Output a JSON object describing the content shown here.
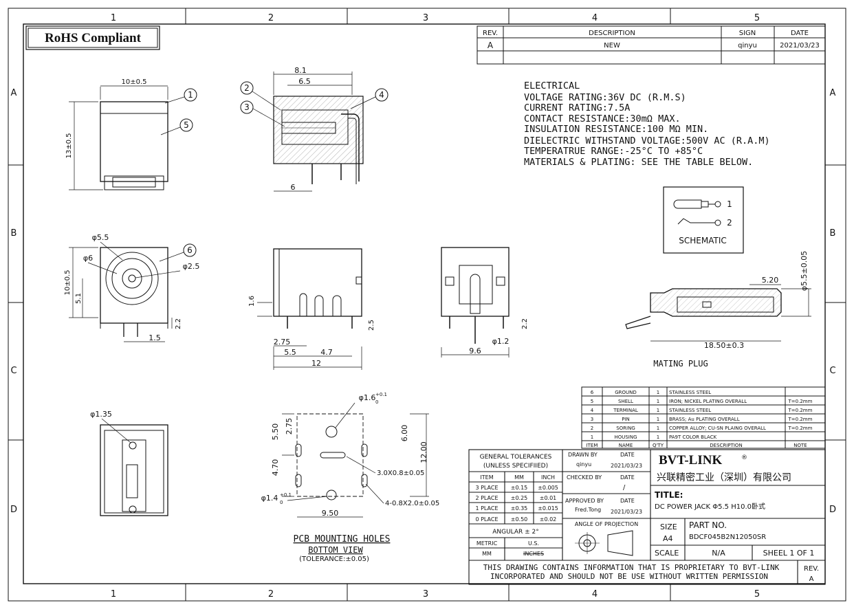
{
  "frame": {
    "cols": [
      "1",
      "2",
      "3",
      "4",
      "5"
    ],
    "rows": [
      "A",
      "B",
      "C",
      "D"
    ]
  },
  "rohs": "RoHS Compliant",
  "revision_table": {
    "headers": [
      "REV.",
      "DESCRIPTION",
      "SIGN",
      "DATE"
    ],
    "row": [
      "A",
      "NEW",
      "qinyu",
      "2021/03/23"
    ]
  },
  "electrical": {
    "title": "ELECTRICAL",
    "lines": [
      "VOLTAGE RATING:36V DC (R.M.S)",
      "CURRENT RATING:7.5A",
      "CONTACT RESISTANCE:30mΩ MAX.",
      "INSULATION RESISTANCE:100 MΩ MIN.",
      "DIELECTRIC WITHSTAND VOLTAGE:500V AC (R.A.M)",
      "TEMPERATRUE RANGE:-25°C TO +85°C",
      "MATERIALS & PLATING: SEE THE TABLE BELOW."
    ]
  },
  "schematic": {
    "label": "SCHEMATIC",
    "pin1": "1",
    "pin2": "2"
  },
  "dims": {
    "front_width": "10±0.5",
    "front_height": "13±0.5",
    "side_81": "8.1",
    "side_65": "6.5",
    "side_6": "6",
    "callouts": [
      "1",
      "2",
      "3",
      "4",
      "5",
      "6"
    ],
    "face_d55": "φ5.5",
    "face_d6": "φ6",
    "face_d25": "φ2.5",
    "face_h": "10±0.5",
    "face_51": "5.1",
    "face_22": "2.2",
    "face_15": "1.5",
    "mid_16": "1.6",
    "mid_275": "2.75",
    "mid_55": "5.5",
    "mid_47": "4.7",
    "mid_12": "12",
    "mid_25": "2.5",
    "rear_d12": "φ1.2",
    "rear_96": "9.6",
    "rear_22": "2.2",
    "plug_d55": "φ5.5±0.05",
    "plug_520": "5.20",
    "plug_1850": "18.50±0.3",
    "mating_plug": "MATING PLUG",
    "bottom_d135": "φ1.35",
    "pcb_d16": "φ1.6",
    "pcb_d16_tol_up": "+0.1",
    "pcb_d16_tol_dn": "0",
    "pcb_550": "5.50",
    "pcb_275": "2.75",
    "pcb_470": "4.70",
    "pcb_600": "6.00",
    "pcb_1200": "12.00",
    "pcb_slot": "3.0X0.8±0.05",
    "pcb_slot2": "4-0.8X2.0±0.05",
    "pcb_d14": "φ1.4",
    "pcb_d14_tol_up": "+0.1",
    "pcb_d14_tol_dn": "0",
    "pcb_950": "9.50"
  },
  "pcb_titles": {
    "l1": "PCB MOUNTING HOLES",
    "l2": "BOTTOM VIEW",
    "l3": "(TOLERANCE:±0.05)"
  },
  "bom": {
    "headers": [
      "ITEM",
      "NAME",
      "Q'TY",
      "DESCRIPTION",
      "NOTE"
    ],
    "rows": [
      [
        "6",
        "GROUND",
        "1",
        "STAINLESS STEEL",
        ""
      ],
      [
        "5",
        "SHELL",
        "1",
        "IRON; NICKEL PLATING OVERALL",
        "T=0.2mm"
      ],
      [
        "4",
        "TERMINAL",
        "1",
        "STAINLESS STEEL",
        "T=0.2mm"
      ],
      [
        "3",
        "PIN",
        "1",
        "BRASS; Au PLATING OVERALL",
        "T=0.2mm"
      ],
      [
        "2",
        "SORING",
        "1",
        "COPPER ALLOY; CU-SN PLAING OVERALL",
        "T=0.2mm"
      ],
      [
        "1",
        "HOUSING",
        "1",
        "PA9T  COLOR BLACK",
        ""
      ]
    ]
  },
  "tolerances": {
    "title1": "GENERAL TOLERANCES",
    "title2": "(UNLESS SPECIFIIED)",
    "headers": [
      "ITEM",
      "MM",
      "INCH"
    ],
    "rows": [
      [
        "3 PLACE",
        "±0.15",
        "±0.005"
      ],
      [
        "2 PLACE",
        "±0.25",
        "±0.01"
      ],
      [
        "1 PLACE",
        "±0.35",
        "±0.015"
      ],
      [
        "0 PLACE",
        "±0.50",
        "±0.02"
      ]
    ],
    "angular": "ANGULAR ± 2°",
    "metric": "METRIC",
    "us": "U.S.",
    "mm": "MM",
    "inches": "INCHES"
  },
  "signoff": {
    "drawn_by": "DRAWN BY",
    "drawn_name": "qinyu",
    "date_label": "DATE",
    "drawn_date": "2021/03/23",
    "checked_by": "CHECKED BY",
    "checked_date": "/",
    "approved_by": "APPROVED BY",
    "approved_name": "Fred.Tong",
    "approved_date": "2021/03/23",
    "angle": "ANGLE OF PROJECTION"
  },
  "company": {
    "name": "BVT-LINK",
    "reg": "®",
    "cn": "兴联精密工业（深圳）有限公司"
  },
  "title_block": {
    "title_label": "TITLE:",
    "title": "DC POWER JACK Φ5.5 H10.0卧式",
    "size_label": "SIZE",
    "size": "A4",
    "part_label": "PART NO.",
    "part_no": "BDCF045B2N12050SR",
    "scale_label": "SCALE",
    "scale": "N/A",
    "sheet": "SHEEL 1 OF 1",
    "notice1": "THIS DRAWING CONTAINS INFORMATION THAT IS PROPRIETARY TO BVT-LINK",
    "notice2": "INCORPORATED AND SHOULD NOT BE USE WITHOUT WRITTEN PERMISSION",
    "rev_label": "REV.",
    "rev": "A"
  }
}
